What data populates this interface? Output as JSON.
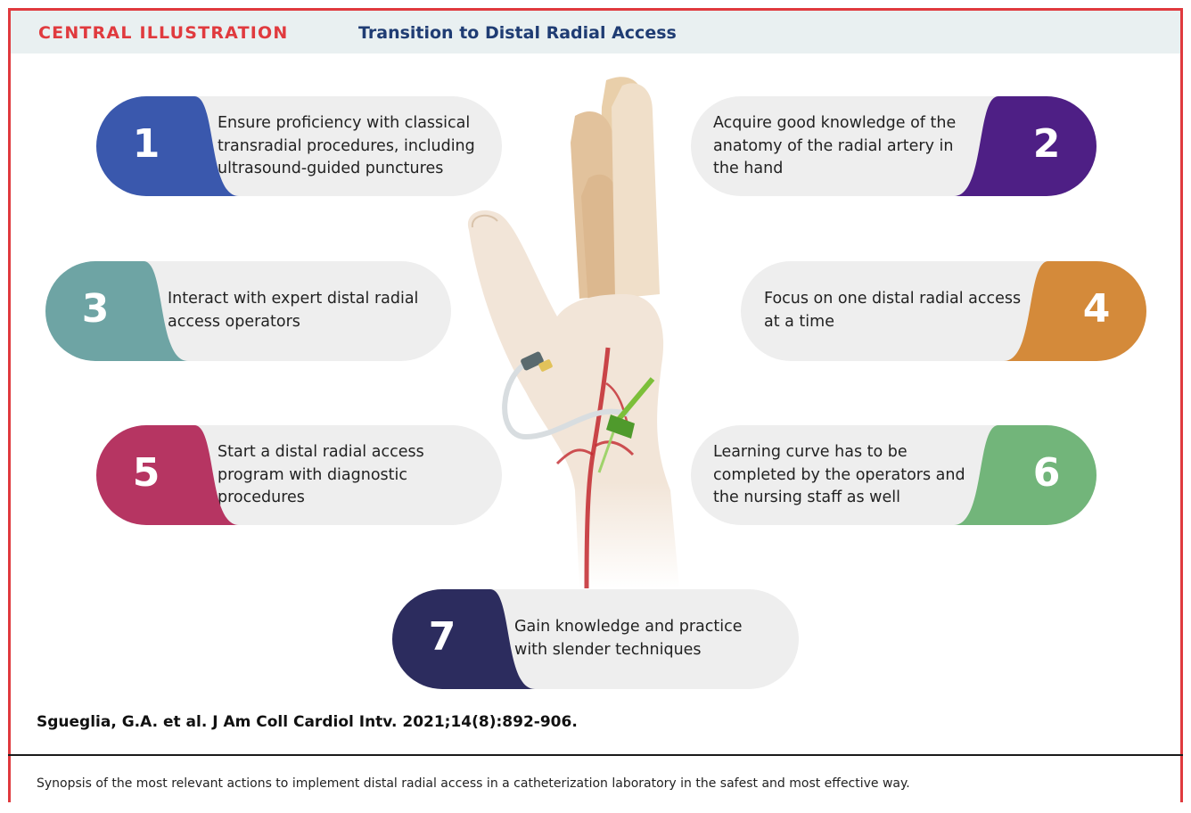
{
  "header": {
    "label": "CENTRAL ILLUSTRATION",
    "title": "Transition to Distal Radial Access"
  },
  "steps": [
    {
      "number": "1",
      "lines": [
        "Ensure proficiency with classical",
        "transradial procedures, including",
        "ultrasound-guided punctures"
      ],
      "color": "#3a58ad"
    },
    {
      "number": "2",
      "lines": [
        "Acquire good knowledge of the",
        "anatomy of the radial artery in",
        "the hand"
      ],
      "color": "#4e1f85"
    },
    {
      "number": "3",
      "lines": [
        "Interact with expert distal radial",
        "access operators"
      ],
      "color": "#6ea4a4"
    },
    {
      "number": "4",
      "lines": [
        "Focus on one distal radial access",
        "at a time"
      ],
      "color": "#d48a3a"
    },
    {
      "number": "5",
      "lines": [
        "Start a distal radial access",
        "program with diagnostic",
        "procedures"
      ],
      "color": "#b63562"
    },
    {
      "number": "6",
      "lines": [
        "Learning curve has to be",
        "completed by the operators and",
        "the nursing staff as well"
      ],
      "color": "#72b57a"
    },
    {
      "number": "7",
      "lines": [
        "Gain knowledge and practice",
        "with slender techniques"
      ],
      "color": "#2c2c5e"
    }
  ],
  "citation": "Sgueglia, G.A. et al. J Am Coll Cardiol Intv. 2021;14(8):892-906.",
  "synopsis": "Synopsis of the most relevant actions to implement distal radial access in a catheterization laboratory in the safest and most effective way.",
  "icons": {
    "illustration": "hand-with-radial-artery-sheath-icon"
  }
}
